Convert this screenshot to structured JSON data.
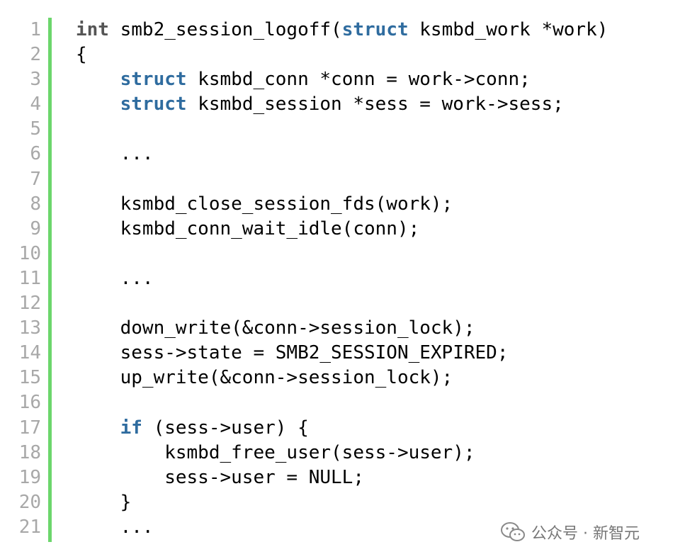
{
  "code": {
    "line_numbers": [
      "1",
      "2",
      "3",
      "4",
      "5",
      "6",
      "7",
      "8",
      "9",
      "10",
      "11",
      "12",
      "13",
      "14",
      "15",
      "16",
      "17",
      "18",
      "19",
      "20",
      "21"
    ],
    "lines": [
      [
        {
          "t": "int",
          "c": "type-int"
        },
        {
          "t": " smb2_session_logoff("
        },
        {
          "t": "struct",
          "c": "kw"
        },
        {
          "t": " ksmbd_work *work)"
        }
      ],
      [
        {
          "t": "{"
        }
      ],
      [
        {
          "t": "    "
        },
        {
          "t": "struct",
          "c": "kw"
        },
        {
          "t": " ksmbd_conn *conn = work->conn;"
        }
      ],
      [
        {
          "t": "    "
        },
        {
          "t": "struct",
          "c": "kw"
        },
        {
          "t": " ksmbd_session *sess = work->sess;"
        }
      ],
      [
        {
          "t": ""
        }
      ],
      [
        {
          "t": "    ..."
        }
      ],
      [
        {
          "t": ""
        }
      ],
      [
        {
          "t": "    ksmbd_close_session_fds(work);"
        }
      ],
      [
        {
          "t": "    ksmbd_conn_wait_idle(conn);"
        }
      ],
      [
        {
          "t": ""
        }
      ],
      [
        {
          "t": "    ..."
        }
      ],
      [
        {
          "t": ""
        }
      ],
      [
        {
          "t": "    down_write(&conn->session_lock);"
        }
      ],
      [
        {
          "t": "    sess->state = SMB2_SESSION_EXPIRED;"
        }
      ],
      [
        {
          "t": "    up_write(&conn->session_lock);"
        }
      ],
      [
        {
          "t": ""
        }
      ],
      [
        {
          "t": "    "
        },
        {
          "t": "if",
          "c": "kw"
        },
        {
          "t": " (sess->user) {"
        }
      ],
      [
        {
          "t": "        ksmbd_free_user(sess->user);"
        }
      ],
      [
        {
          "t": "        sess->user = NULL;"
        }
      ],
      [
        {
          "t": "    }"
        }
      ],
      [
        {
          "t": "    ..."
        }
      ]
    ]
  },
  "watermark": {
    "text": "公众号 · 新智元",
    "icon": "wechat-icon"
  },
  "colors": {
    "keyword": "#2f6c9f",
    "gutter_bar": "#6cd66c",
    "line_number": "#a8a8a8"
  }
}
